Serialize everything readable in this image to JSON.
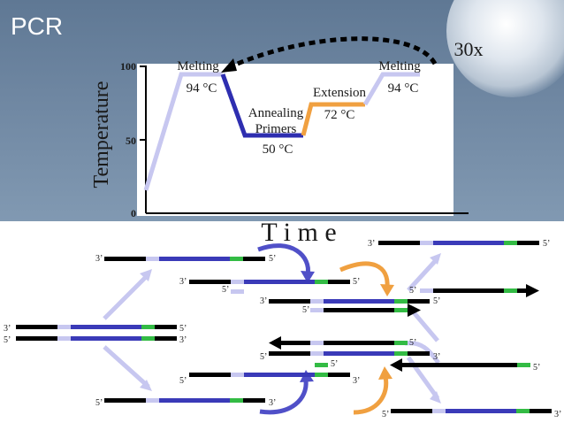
{
  "slide": {
    "title": "PCR",
    "cycle_count": "30x",
    "x_axis_label": "T i m e",
    "y_axis_label": "Temperature",
    "y_ticks": [
      "100",
      "50",
      "0"
    ]
  },
  "steps": [
    {
      "name": "Melting",
      "temp": "94 °C"
    },
    {
      "name_line1": "Annealing",
      "name_line2": "Primers",
      "temp": "50 °C"
    },
    {
      "name": "Extension",
      "temp": "72 °C"
    },
    {
      "name": "Melting",
      "temp": "94 °C"
    }
  ],
  "strand_end_labels": {
    "three_prime": "3’",
    "five_prime": "5’"
  },
  "colors": {
    "melting": "#c7c7f0",
    "annealing": "#2e2eb0",
    "extension": "#f0a040",
    "template": "#3a3ab8",
    "primer": "#c7c7f0",
    "target": "#33bb44",
    "arrow_dark": "#000000"
  }
}
